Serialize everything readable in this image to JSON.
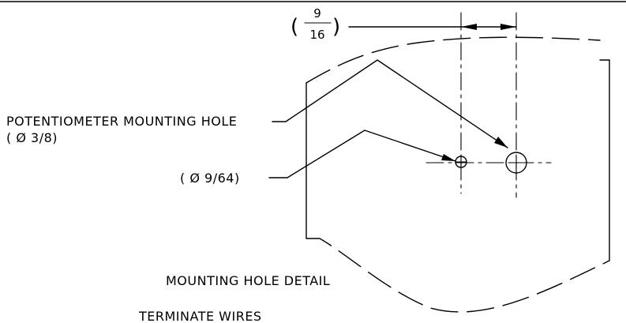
{
  "drawing": {
    "dimension": {
      "paren_open": "(",
      "numerator": "9",
      "denominator": "16",
      "paren_close": ")"
    },
    "labels": {
      "pot_hole": "POTENTIOMETER MOUNTING HOLE",
      "pot_hole_dia": "( Ø 3/8)",
      "small_hole_dia": "( Ø 9/64)",
      "detail_title": "MOUNTING HOLE DETAIL",
      "terminate": "TERMINATE WIRES"
    }
  }
}
